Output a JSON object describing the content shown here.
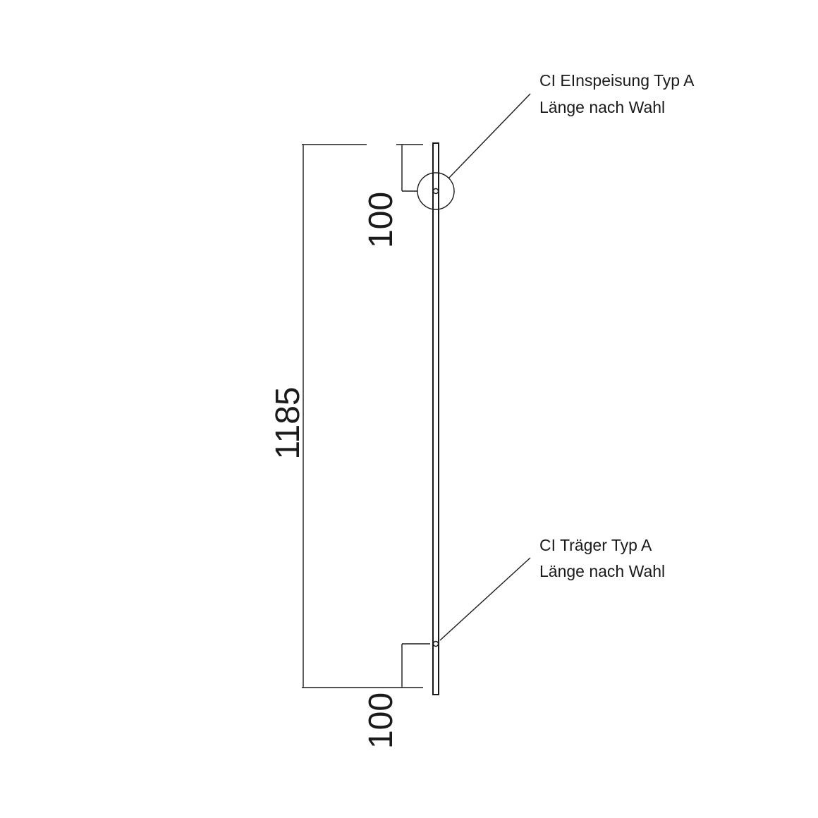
{
  "drawing": {
    "annotations": {
      "feed": {
        "line1": "CI EInspeisung Typ A",
        "line2": "Länge nach Wahl"
      },
      "carrier": {
        "line1": "CI Träger Typ A",
        "line2": "Länge nach Wahl"
      }
    },
    "dimensions": {
      "overall_length": "1185",
      "feed_offset_top": "100",
      "carrier_offset_bottom": "100"
    },
    "colors": {
      "line": "#1a1a1a",
      "background": "#ffffff"
    }
  }
}
